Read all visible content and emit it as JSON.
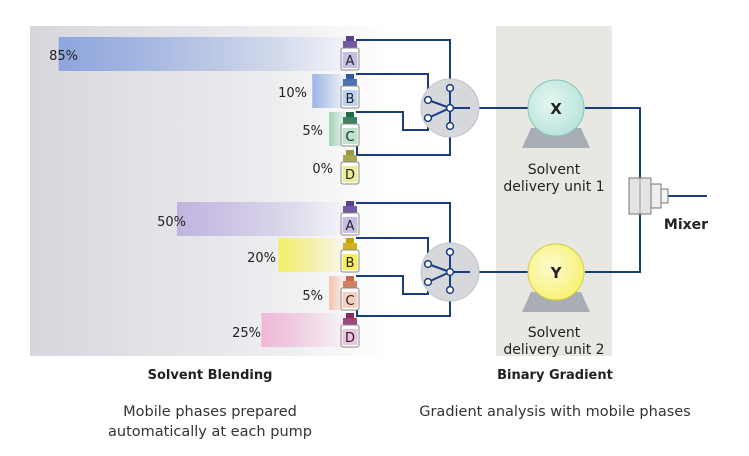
{
  "colors": {
    "line": "#1a3c80",
    "panel": "#e8e8e2",
    "valve": "#d6d8dc",
    "pump_x": "#b4e2d8",
    "pump_y": "#f7f06a",
    "bottle_a_top": "#5b3f8f",
    "bottle_a_label": "#c9bde6",
    "bottle_b_top": "#2d5aa0",
    "bottle_b_label": "#bcd2ee",
    "bottle_b2_label": "#f6ee5a",
    "bottle_c_top": "#1f6b45",
    "bottle_c_label": "#bfe2cd",
    "bottle_c2_label": "#f7cfc0",
    "bottle_d_label": "#eaee9a",
    "bottle_d2_label": "#ecc2dc"
  },
  "blending": {
    "unit1": [
      {
        "percent": "85%",
        "letter": "A",
        "value": 85,
        "color": "#8ea6de"
      },
      {
        "percent": "10%",
        "letter": "B",
        "value": 10,
        "color": "#9db5e6"
      },
      {
        "percent": "5%",
        "letter": "C",
        "value": 5,
        "color": "#9fd4b8"
      },
      {
        "percent": "0%",
        "letter": "D",
        "value": 0,
        "color": "#e8ec9c"
      }
    ],
    "unit2": [
      {
        "percent": "50%",
        "letter": "A",
        "value": 50,
        "color": "#c0b4e0"
      },
      {
        "percent": "20%",
        "letter": "B",
        "value": 20,
        "color": "#f5ef6a"
      },
      {
        "percent": "5%",
        "letter": "C",
        "value": 5,
        "color": "#f4c2ae"
      },
      {
        "percent": "25%",
        "letter": "D",
        "value": 25,
        "color": "#eeb8d6"
      }
    ]
  },
  "pumps": {
    "x_label": "X",
    "y_label": "Y",
    "unit1_line1": "Solvent",
    "unit1_line2": "delivery unit 1",
    "unit2_line1": "Solvent",
    "unit2_line2": "delivery unit 2"
  },
  "mixer_label": "Mixer",
  "sections": {
    "blending_title": "Solvent Blending",
    "gradient_title": "Binary Gradient",
    "blending_caption_line1": "Mobile phases prepared",
    "blending_caption_line2": "automatically at each pump",
    "gradient_caption": "Gradient analysis with mobile phases"
  }
}
